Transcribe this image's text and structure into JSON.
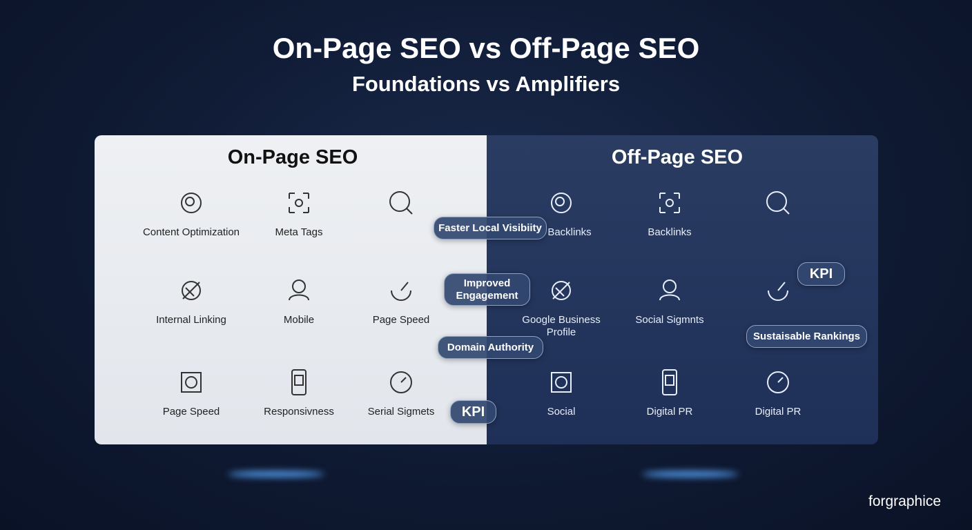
{
  "title": "On-Page SEO vs Off-Page SEO",
  "subtitle": "Foundations vs Amplifiers",
  "on_page": {
    "heading": "On-Page SEO",
    "items": [
      {
        "label": "Content Optimization",
        "icon": "content-icon"
      },
      {
        "label": "Meta Tags",
        "icon": "meta-tags-icon"
      },
      {
        "label": "",
        "icon": "search-icon"
      },
      {
        "label": "Internal Linking",
        "icon": "link-icon"
      },
      {
        "label": "Mobile",
        "icon": "mobile-icon"
      },
      {
        "label": "Page Speed",
        "icon": "speed-icon"
      },
      {
        "label": "Page Speed",
        "icon": "speed-frame-icon"
      },
      {
        "label": "Responsivness",
        "icon": "phone-icon"
      },
      {
        "label": "Serial Sigmets",
        "icon": "gauge-icon"
      }
    ]
  },
  "off_page": {
    "heading": "Off-Page SEO",
    "items": [
      {
        "label": "Backlinks",
        "icon": "chain-link-icon"
      },
      {
        "label": "Backlinks",
        "icon": "network-icon"
      },
      {
        "label": "",
        "icon": "clock-icon"
      },
      {
        "label": "Google Business Profile",
        "icon": "google-icon"
      },
      {
        "label": "Social Sigmnts",
        "icon": "social-icon"
      },
      {
        "label": "",
        "icon": "person-icon"
      },
      {
        "label": "Social",
        "icon": "user-icon"
      },
      {
        "label": "Digital PR",
        "icon": "location-icon"
      },
      {
        "label": "Digital PR",
        "icon": "avatar-icon"
      }
    ]
  },
  "pills": [
    "Faster Local Visibiity",
    "Improved Engagement",
    "Domain Authority",
    "KPI",
    "KPI",
    "Sustaisable Rankings"
  ],
  "logo": "forgraphice"
}
